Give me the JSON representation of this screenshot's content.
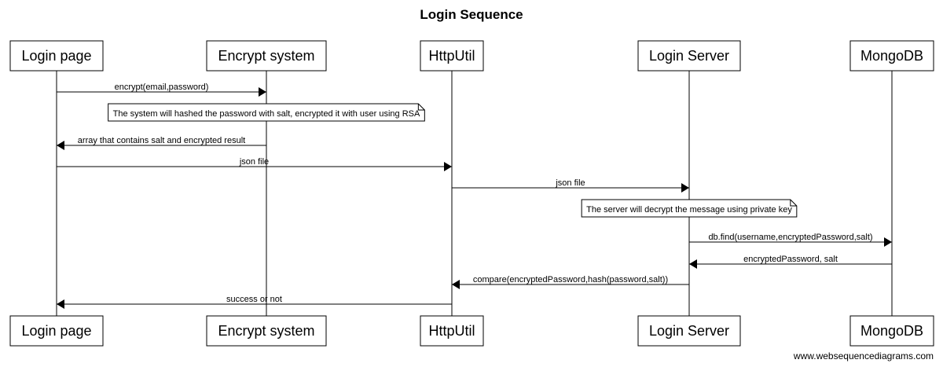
{
  "title": "Login Sequence",
  "participants": [
    "Login page",
    "Encrypt system",
    "HttpUtil",
    "Login Server",
    "MongoDB"
  ],
  "messages": [
    {
      "from": "Login page",
      "to": "Encrypt system",
      "label": "encrypt(email,password)"
    },
    {
      "note": "The system will hashed the password with salt, encrypted it with user using RSA",
      "over": "Encrypt system"
    },
    {
      "from": "Encrypt system",
      "to": "Login page",
      "label": "array that contains salt and encrypted result"
    },
    {
      "from": "Login page",
      "to": "HttpUtil",
      "label": "json file"
    },
    {
      "from": "HttpUtil",
      "to": "Login Server",
      "label": "json file"
    },
    {
      "note": "The server will decrypt the message using private key",
      "over": "Login Server"
    },
    {
      "from": "Login Server",
      "to": "MongoDB",
      "label": "db.find(username,encryptedPassword,salt)"
    },
    {
      "from": "MongoDB",
      "to": "Login Server",
      "label": "encryptedPassword, salt"
    },
    {
      "from": "Login Server",
      "to": "HttpUtil",
      "label": "compare(encryptedPassword,hash(password,salt))"
    },
    {
      "from": "HttpUtil",
      "to": "Login page",
      "label": "success or not"
    }
  ],
  "watermark": "www.websequencediagrams.com"
}
